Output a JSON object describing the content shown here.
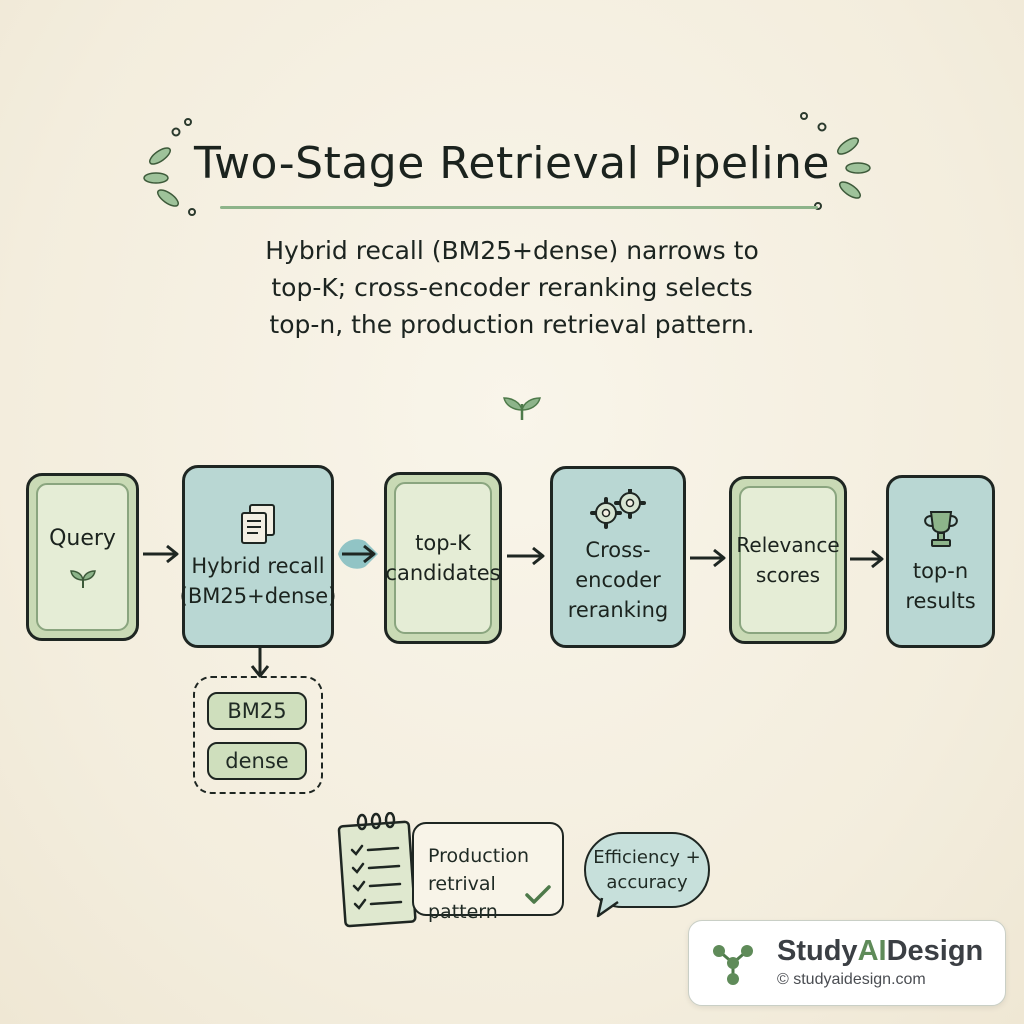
{
  "title": "Two-Stage Retrieval Pipeline",
  "subtitle": "Hybrid recall (BM25+dense) narrows to top-K; cross-encoder reranking selects top-n, the production retrieval pattern.",
  "nodes": {
    "query": "Query",
    "hybrid_recall": "Hybrid recall (BM25+dense)",
    "top_k": "top-K candidates",
    "cross_encoder": "Cross-encoder reranking",
    "relevance": "Relevance scores",
    "top_n": "top-n results"
  },
  "sub_methods": [
    "BM25",
    "dense"
  ],
  "note": "Production retrival pattern",
  "bubble": "Efficiency + accuracy",
  "brand": {
    "name_prefix": "Study",
    "name_highlight": "AI",
    "name_suffix": "Design",
    "url": "© studyaidesign.com"
  },
  "colors": {
    "background": "#f6f1e4",
    "green_node": "#c9dab5",
    "teal_node": "#b9d7d3",
    "accent_green": "#5f8b59",
    "outline": "#1e2622"
  },
  "icons": [
    "sprout-icon",
    "document-icon",
    "gears-icon",
    "trophy-icon",
    "notepad-icon",
    "check-icon",
    "leaf-icon",
    "network-logo-icon"
  ]
}
